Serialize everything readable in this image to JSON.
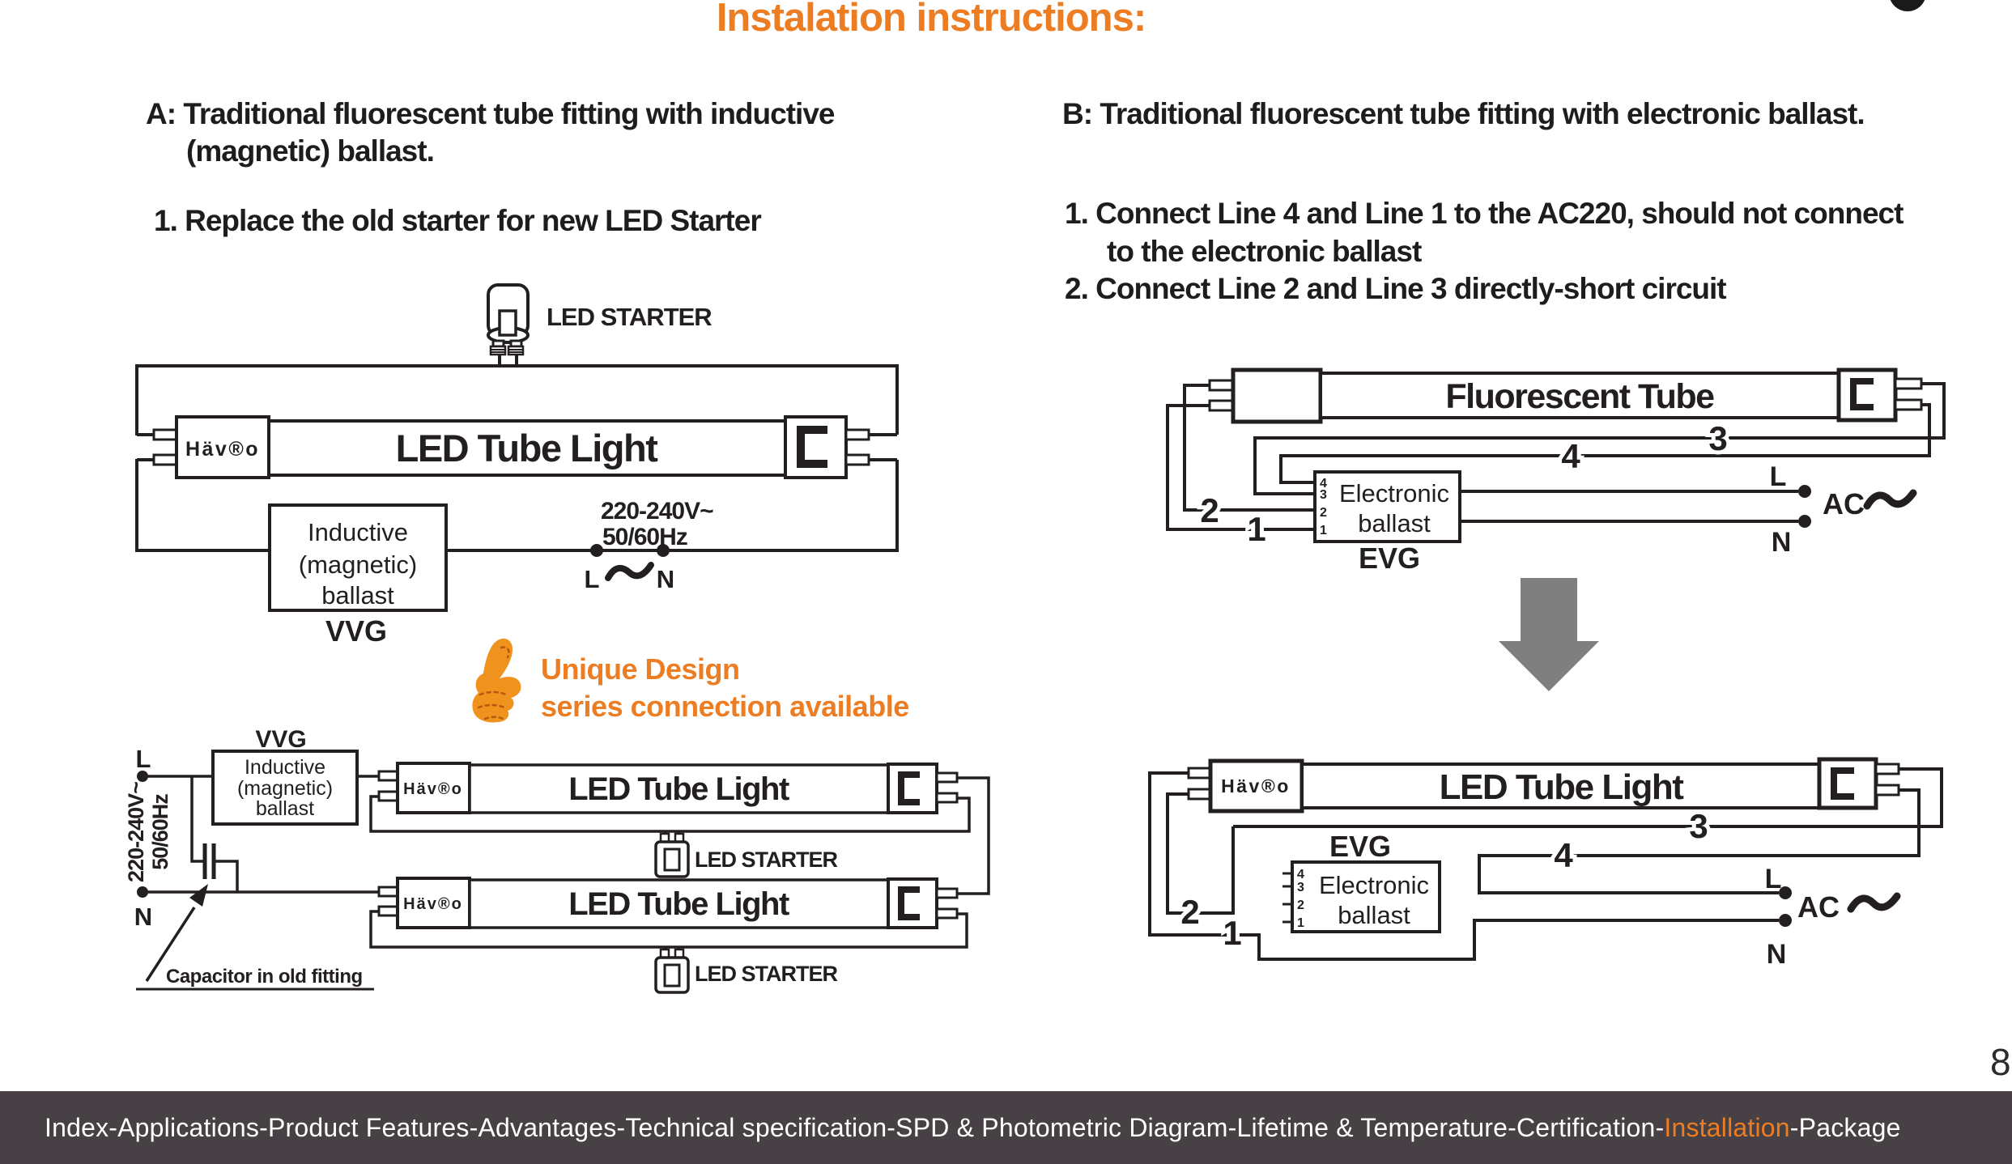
{
  "page": {
    "title": "Instalation instructions:",
    "page_number": "8"
  },
  "colors": {
    "accent": "#ED7D23",
    "ink": "#231F20",
    "footer_bg": "#474145",
    "footer_text": "#FFFFFF",
    "arrow_gray": "#7f7f7f"
  },
  "section_a": {
    "label": "A",
    "heading_rest": ": Traditional fluorescent tube fitting with inductive",
    "heading_line2": "(magnetic) ballast.",
    "step_1": "1. Replace the old starter for new LED Starter",
    "badge": {
      "icon": "thumbs-up-icon",
      "line1": "Unique Design",
      "line2": "series connection available"
    },
    "diagram_single": {
      "starter_label": "LED STARTER",
      "brand": "Häv®o",
      "tube_label": "LED Tube Light",
      "voltage": "220-240V~",
      "frequency": "50/60Hz",
      "ballast": [
        "Inductive",
        "(magnetic)",
        "ballast"
      ],
      "ballast_code": "VVG",
      "live": "L",
      "neutral": "N"
    },
    "diagram_series": {
      "ballast_code": "VVG",
      "ballast": [
        "Inductive",
        "(magnetic)",
        "ballast"
      ],
      "voltage": "220-240V~",
      "frequency": "50/60Hz",
      "live": "L",
      "neutral": "N",
      "brand": "Häv®o",
      "tube_label": "LED Tube Light",
      "starter_label": "LED STARTER",
      "capacitor_note": "Capacitor in old fitting"
    }
  },
  "section_b": {
    "label": "B",
    "heading_rest": ": Traditional fluorescent tube fitting with electronic ballast.",
    "step_1_line1": "1. Connect Line 4 and Line 1 to the AC220, should not connect",
    "step_1_line2": "to the electronic ballast",
    "step_2": "2. Connect Line 2 and Line 3 directly-short circuit",
    "diagram_fluorescent": {
      "tube_label": "Fluorescent Tube",
      "ballast": [
        "Electronic",
        "ballast"
      ],
      "ballast_code": "EVG",
      "pins": [
        "4",
        "3",
        "2",
        "1"
      ],
      "lines": {
        "l1": "1",
        "l2": "2",
        "l3": "3",
        "l4": "4"
      },
      "ac": "AC",
      "live": "L",
      "neutral": "N"
    },
    "diagram_led": {
      "brand": "Häv®o",
      "tube_label": "LED Tube Light",
      "ballast": [
        "Electronic",
        "ballast"
      ],
      "ballast_code": "EVG",
      "pins": [
        "4",
        "3",
        "2",
        "1"
      ],
      "lines": {
        "l1": "1",
        "l2": "2",
        "l3": "3",
        "l4": "4"
      },
      "ac": "AC",
      "live": "L",
      "neutral": "N"
    }
  },
  "footer": {
    "nav_before": "Index-Applications-Product Features-Advantages-Technical specification-SPD & Photometric Diagram-Lifetime & Temperature-Certification-",
    "nav_active": "Installation",
    "nav_after": "-Package"
  }
}
